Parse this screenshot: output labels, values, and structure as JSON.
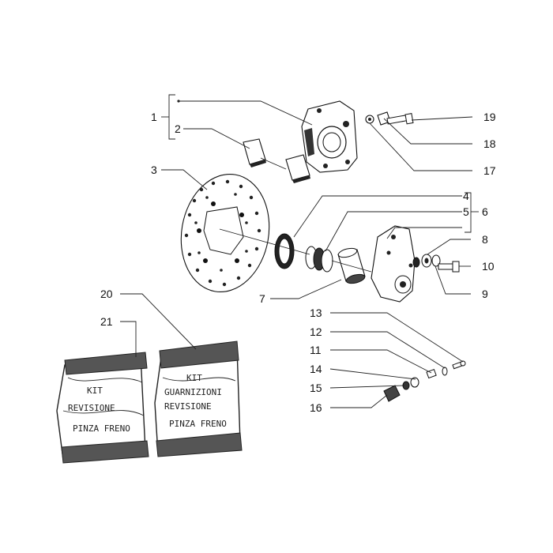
{
  "diagram": {
    "callouts": [
      "1",
      "2",
      "3",
      "4",
      "5",
      "6",
      "7",
      "8",
      "9",
      "10",
      "11",
      "12",
      "13",
      "14",
      "15",
      "16",
      "17",
      "18",
      "19",
      "20",
      "21"
    ],
    "kits": {
      "left": {
        "line1": "KIT",
        "line2": "REVISIONE",
        "line3": "PINZA FRENO"
      },
      "right": {
        "line1": "KIT",
        "line2": "GUARNIZIONI",
        "line3": "REVISIONE",
        "line4": "PINZA FRENO"
      }
    }
  }
}
